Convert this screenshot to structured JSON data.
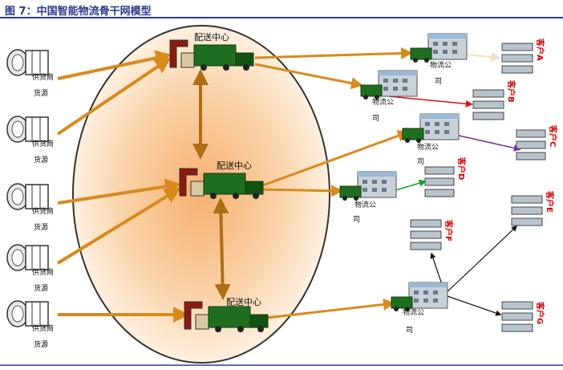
{
  "title": "图 7：中国智能物流骨干网模型",
  "suppliers": [
    {
      "label_1": "供货商",
      "label_2": "货源"
    },
    {
      "label_1": "供货商",
      "label_2": "货源"
    },
    {
      "label_1": "供货商",
      "label_2": "货源"
    },
    {
      "label_1": "供货商",
      "label_2": "货源"
    },
    {
      "label_1": "供货商",
      "label_2": "货源"
    }
  ],
  "distribution_centers": [
    {
      "label": "配送中心"
    },
    {
      "label": "配送中心"
    },
    {
      "label": "配送中心"
    }
  ],
  "logistics_companies": [
    {
      "label_1": "物流公",
      "label_2": "司"
    },
    {
      "label_1": "物流公",
      "label_2": "司"
    },
    {
      "label_1": "物流公",
      "label_2": "司"
    },
    {
      "label_1": "物流公",
      "label_2": "司"
    },
    {
      "label_1": "物流公",
      "label_2": "司"
    }
  ],
  "customers": [
    {
      "label": "客户A"
    },
    {
      "label": "客户B"
    },
    {
      "label": "客户C"
    },
    {
      "label": "客户D"
    },
    {
      "label": "客户E"
    },
    {
      "label": "客户F"
    },
    {
      "label": "客户G"
    }
  ],
  "colors": {
    "title": "#2a3a8c",
    "rule": "#2a3a8c",
    "arrow_orange": "#d98a1c",
    "arrow_brown": "#b06e14",
    "arrow_red": "#e01010",
    "arrow_green": "#10a030",
    "arrow_purple": "#7a30a0",
    "arrow_black": "#111111",
    "arrow_pale": "#f0e0c0"
  }
}
